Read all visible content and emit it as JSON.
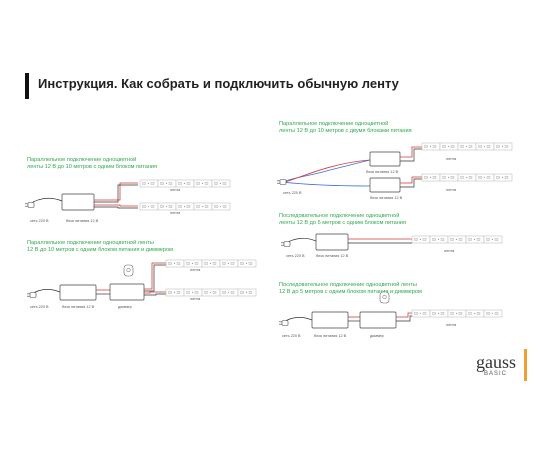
{
  "page": {
    "title": "Инструкция. Как собрать и подключить обычную ленту"
  },
  "diagrams": {
    "d1": {
      "title": "Параллельное подключение одноцветной\nленты 12 В до 10 метров с одним блоком питания"
    },
    "d2": {
      "title": "Параллельное подключение одноцветной ленты\n12 В до 10 метров с одним блоком питания и диммером"
    },
    "d3": {
      "title": "Параллельное подключение одноцветной\nленты 12 В до 10 метров с двумя блоками питания"
    },
    "d4": {
      "title": "Последовательное подключение одноцветной\nленты 12 В до 5 метров с одним блоком питания"
    },
    "d5": {
      "title": "Последовательное подключение одноцветной ленты\n12 В до 5 метров с одним блоком питания и диммером"
    }
  },
  "labels": {
    "mains": "сеть 220 В",
    "psu": "блок питания 12 В",
    "strip": "лента",
    "dimmer": "диммер"
  },
  "colors": {
    "title_green": "#2fa84f",
    "wire_red": "#d43a3a",
    "wire_blue": "#3a6fd4",
    "accent_orange": "#f0a030"
  },
  "brand": {
    "name": "gauss",
    "sub": "BASIC"
  }
}
